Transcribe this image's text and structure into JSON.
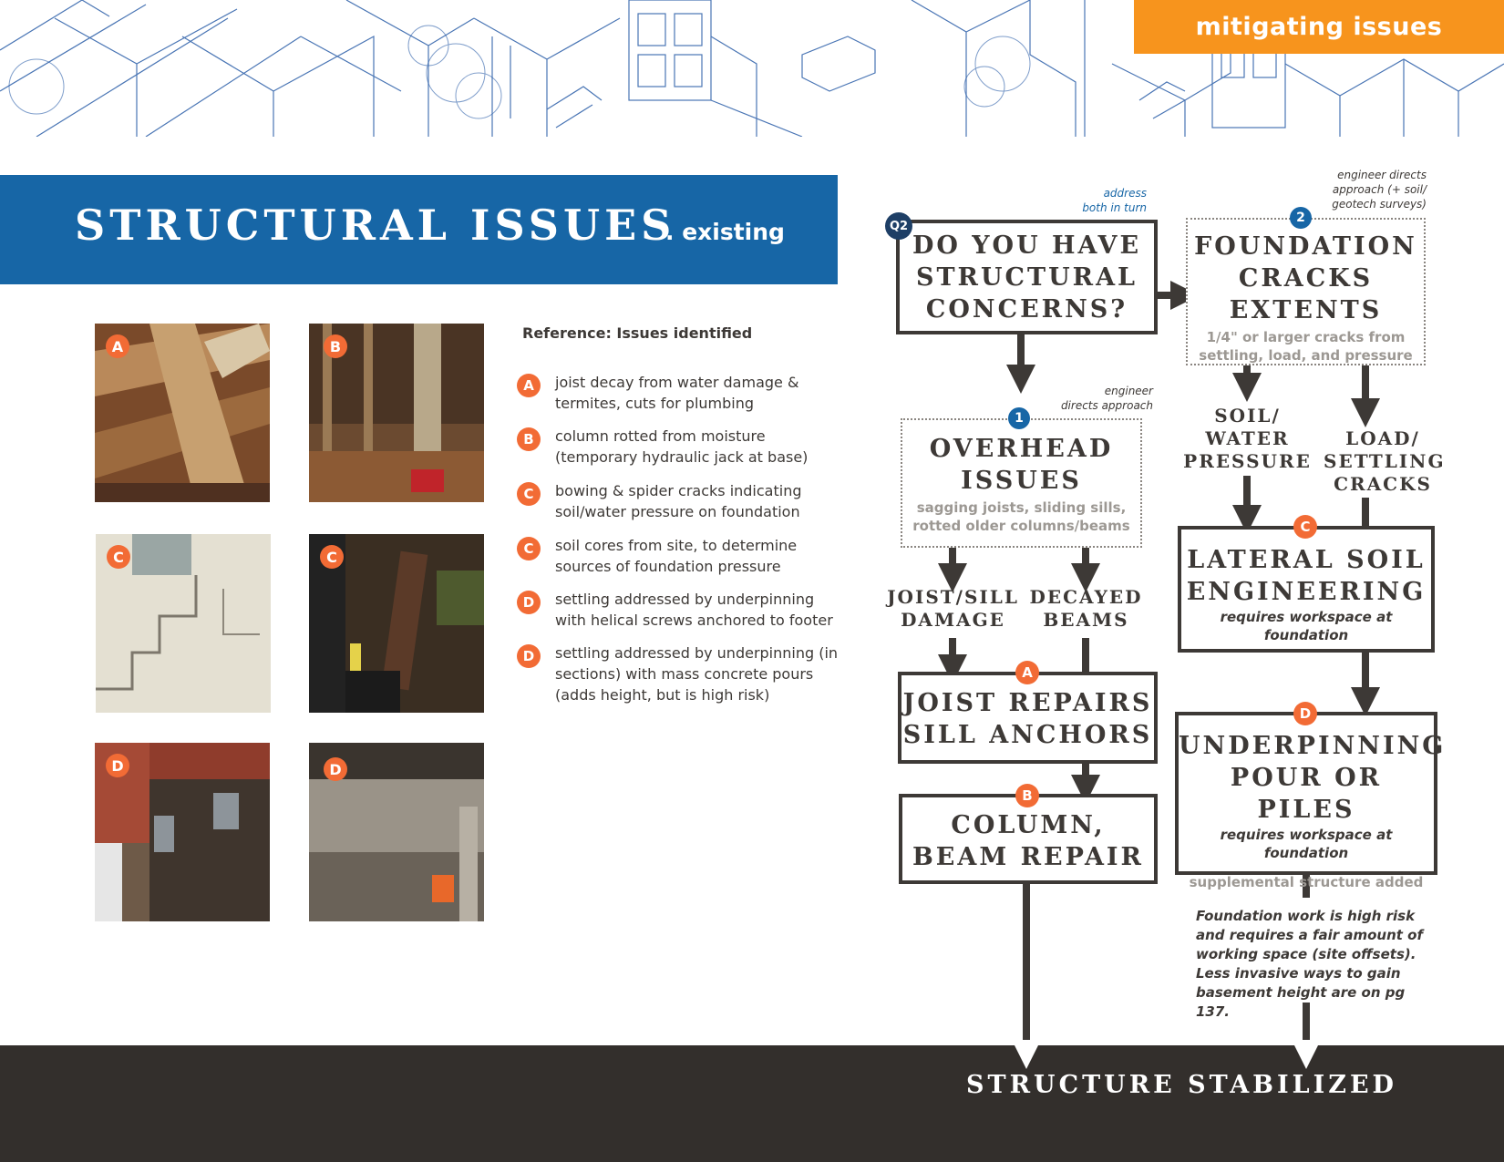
{
  "header": {
    "tag": "mitigating issues"
  },
  "title": {
    "main": "STRUCTURAL ISSUES",
    "sub": ". existing"
  },
  "photos": [
    {
      "badge": "A"
    },
    {
      "badge": "B"
    },
    {
      "badge": "C"
    },
    {
      "badge": "C"
    },
    {
      "badge": "D"
    },
    {
      "badge": "D"
    }
  ],
  "reference": {
    "heading": "Reference: Issues identified",
    "items": [
      {
        "badge": "A",
        "text": "joist decay from water damage & termites, cuts for plumbing"
      },
      {
        "badge": "B",
        "text": "column rotted from moisture (temporary hydraulic jack at base)"
      },
      {
        "badge": "C",
        "text": "bowing & spider cracks indicating soil/water pressure on foundation"
      },
      {
        "badge": "C",
        "text": "soil cores from site, to determine sources of foundation pressure"
      },
      {
        "badge": "D",
        "text": "settling addressed by underpinning with helical screws anchored to footer"
      },
      {
        "badge": "D",
        "text": " settling addressed by underpinning (in sections) with mass concrete pours (adds height, but is high risk)"
      }
    ]
  },
  "flow": {
    "q2": {
      "badge": "Q2",
      "line1": "DO YOU HAVE",
      "line2": "STRUCTURAL",
      "line3": "CONCERNS?",
      "note_l1": "address",
      "note_l2": "both in turn"
    },
    "overhead": {
      "num": "1",
      "line1": "OVERHEAD",
      "line2": "ISSUES",
      "desc_l1": "sagging joists, sliding sills,",
      "desc_l2": "rotted older columns/beams",
      "note_l1": "engineer",
      "note_l2": "directs approach"
    },
    "foundation": {
      "num": "2",
      "line1": "FOUNDATION",
      "line2": "CRACKS",
      "line3": "EXTENTS",
      "desc_l1": "1/4\" or larger cracks from",
      "desc_l2": "settling, load, and pressure",
      "note_l1": "engineer directs",
      "note_l2": "approach (+ soil/",
      "note_l3": "geotech surveys)"
    },
    "joist_branch": {
      "l1": "JOIST/SILL",
      "l2": "DAMAGE"
    },
    "beam_branch": {
      "l1": "DECAYED",
      "l2": "BEAMS"
    },
    "soil_branch": {
      "l1": "SOIL/",
      "l2": "WATER",
      "l3": "PRESSURE"
    },
    "load_branch": {
      "l1": "LOAD/",
      "l2": "SETTLING",
      "l3": "CRACKS"
    },
    "joist_repair": {
      "badge": "A",
      "line1": "JOIST REPAIRS",
      "line2": "SILL ANCHORS"
    },
    "column_repair": {
      "badge": "B",
      "line1": "COLUMN,",
      "line2": "BEAM REPAIR"
    },
    "lateral": {
      "badge": "C",
      "line1": "LATERAL SOIL",
      "line2": "ENGINEERING",
      "desc_l1": "requires workspace at",
      "desc_l2": "foundation"
    },
    "underpin": {
      "badge": "D",
      "line1": "UNDERPINNING",
      "line2": "POUR OR PILES",
      "desc_l1": "requires workspace at",
      "desc_l2": "foundation",
      "extra": "supplemental structure added"
    },
    "footnote": [
      "Foundation work is high risk",
      "and requires a fair amount of",
      "working space (site offsets).",
      "Less invasive ways to gain",
      "basement height are on pg 137."
    ],
    "final": "STRUCTURE STABILIZED"
  },
  "colors": {
    "blue": "#1766a6",
    "orange": "#f26b35",
    "tag_orange": "#f7941d",
    "dark": "#3d3936",
    "bottom": "#332f2c"
  }
}
